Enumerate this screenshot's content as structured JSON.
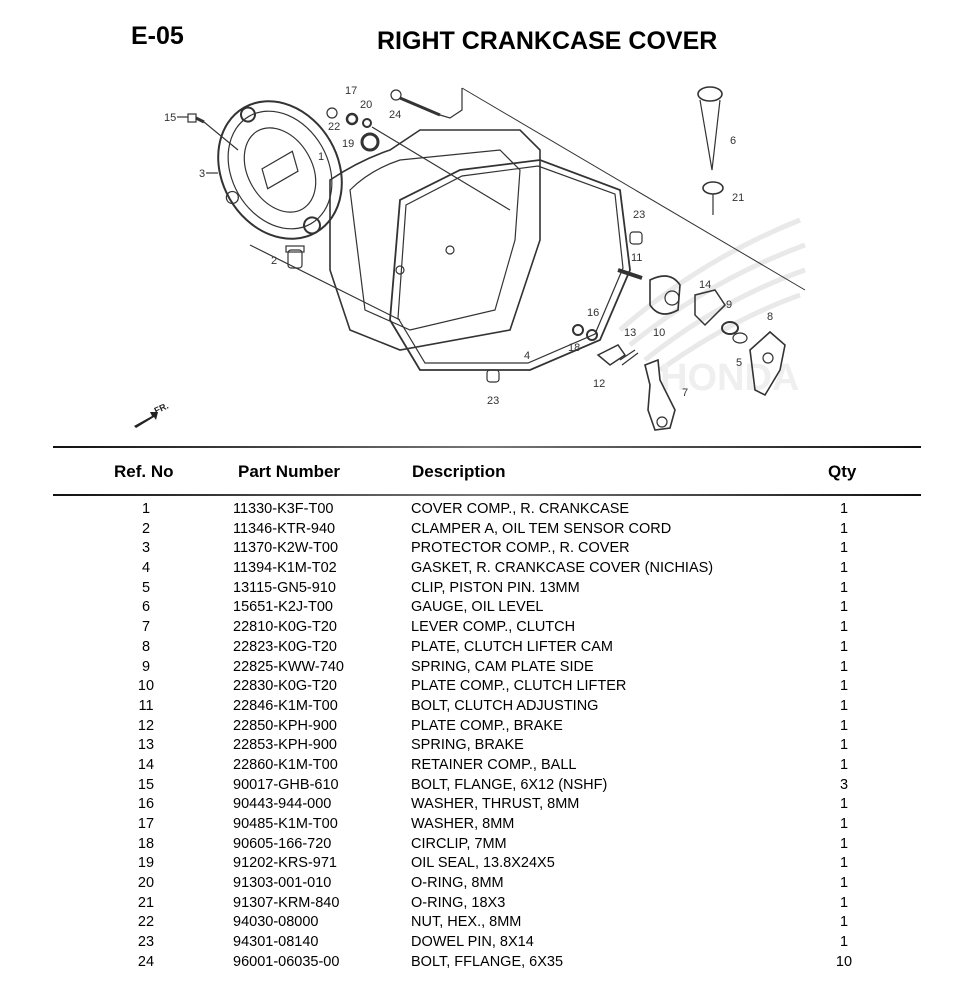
{
  "header": {
    "section_code": "E-05",
    "title": "RIGHT CRANKCASE COVER"
  },
  "diagram": {
    "watermark": "HONDA",
    "direction_label": "FR.",
    "callouts": [
      "1",
      "2",
      "3",
      "4",
      "5",
      "6",
      "7",
      "8",
      "9",
      "10",
      "11",
      "12",
      "13",
      "14",
      "15",
      "16",
      "17",
      "18",
      "19",
      "20",
      "21",
      "22",
      "23",
      "23",
      "24"
    ]
  },
  "table": {
    "columns": {
      "ref": "Ref. No",
      "part_number": "Part Number",
      "description": "Description",
      "qty": "Qty"
    },
    "rows": [
      {
        "ref": "1",
        "part_number": "11330-K3F-T00",
        "description": "COVER COMP., R. CRANKCASE",
        "qty": "1"
      },
      {
        "ref": "2",
        "part_number": "11346-KTR-940",
        "description": "CLAMPER A, OIL TEM SENSOR CORD",
        "qty": "1"
      },
      {
        "ref": "3",
        "part_number": "11370-K2W-T00",
        "description": "PROTECTOR COMP., R. COVER",
        "qty": "1"
      },
      {
        "ref": "4",
        "part_number": "11394-K1M-T02",
        "description": "GASKET, R. CRANKCASE COVER (NICHIAS)",
        "qty": "1"
      },
      {
        "ref": "5",
        "part_number": "13115-GN5-910",
        "description": "CLIP, PISTON PIN. 13MM",
        "qty": "1"
      },
      {
        "ref": "6",
        "part_number": "15651-K2J-T00",
        "description": "GAUGE, OIL LEVEL",
        "qty": "1"
      },
      {
        "ref": "7",
        "part_number": "22810-K0G-T20",
        "description": "LEVER COMP., CLUTCH",
        "qty": "1"
      },
      {
        "ref": "8",
        "part_number": "22823-K0G-T20",
        "description": "PLATE, CLUTCH LIFTER CAM",
        "qty": "1"
      },
      {
        "ref": "9",
        "part_number": "22825-KWW-740",
        "description": "SPRING, CAM PLATE SIDE",
        "qty": "1"
      },
      {
        "ref": "10",
        "part_number": "22830-K0G-T20",
        "description": "PLATE COMP., CLUTCH LIFTER",
        "qty": "1"
      },
      {
        "ref": "11",
        "part_number": "22846-K1M-T00",
        "description": "BOLT, CLUTCH ADJUSTING",
        "qty": "1"
      },
      {
        "ref": "12",
        "part_number": "22850-KPH-900",
        "description": "PLATE COMP., BRAKE",
        "qty": "1"
      },
      {
        "ref": "13",
        "part_number": "22853-KPH-900",
        "description": "SPRING, BRAKE",
        "qty": "1"
      },
      {
        "ref": "14",
        "part_number": "22860-K1M-T00",
        "description": "RETAINER COMP., BALL",
        "qty": "1"
      },
      {
        "ref": "15",
        "part_number": "90017-GHB-610",
        "description": "BOLT, FLANGE, 6X12 (NSHF)",
        "qty": "3"
      },
      {
        "ref": "16",
        "part_number": "90443-944-000",
        "description": "WASHER, THRUST, 8MM",
        "qty": "1"
      },
      {
        "ref": "17",
        "part_number": "90485-K1M-T00",
        "description": "WASHER, 8MM",
        "qty": "1"
      },
      {
        "ref": "18",
        "part_number": "90605-166-720",
        "description": "CIRCLIP, 7MM",
        "qty": "1"
      },
      {
        "ref": "19",
        "part_number": "91202-KRS-971",
        "description": "OIL SEAL, 13.8X24X5",
        "qty": "1"
      },
      {
        "ref": "20",
        "part_number": "91303-001-010",
        "description": "O-RING, 8MM",
        "qty": "1"
      },
      {
        "ref": "21",
        "part_number": "91307-KRM-840",
        "description": "O-RING, 18X3",
        "qty": "1"
      },
      {
        "ref": "22",
        "part_number": "94030-08000",
        "description": "NUT, HEX., 8MM",
        "qty": "1"
      },
      {
        "ref": "23",
        "part_number": "94301-08140",
        "description": "DOWEL PIN, 8X14",
        "qty": "1"
      },
      {
        "ref": "24",
        "part_number": "96001-06035-00",
        "description": "BOLT, FFLANGE, 6X35",
        "qty": "10"
      }
    ]
  }
}
